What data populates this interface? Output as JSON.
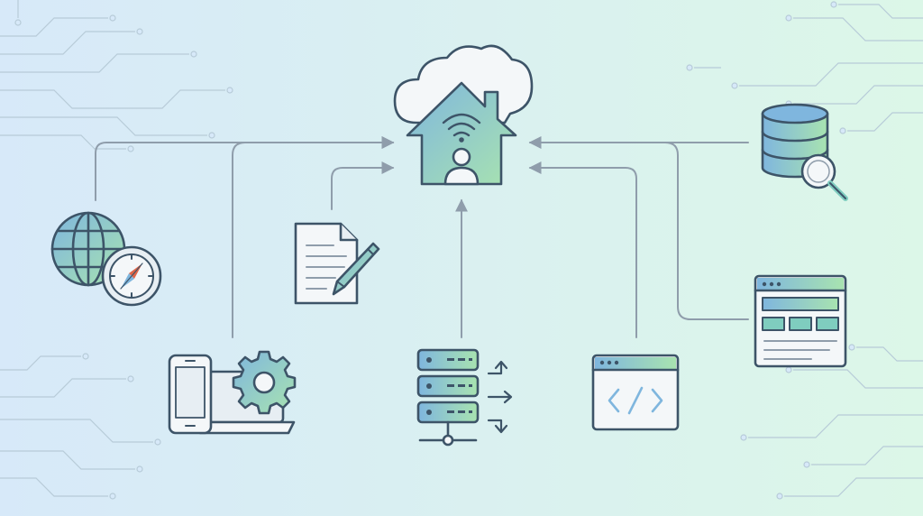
{
  "colors": {
    "bg_left": "#d7e9f9",
    "bg_right": "#dcf7e8",
    "stroke": "#3d5468",
    "connector": "#8f9dab",
    "circuit": "#b7cbd8",
    "blue": "#7fb6de",
    "teal": "#7fcdbf",
    "green": "#a8e3b0",
    "paper": "#f4f7f9",
    "light": "#e7eef3",
    "accent_red": "#e0664a"
  },
  "nodes": [
    {
      "id": "cloud-smart-home-hub",
      "icon": "cloud-home-wifi-user-icon"
    },
    {
      "id": "web-browser-globe",
      "icon": "globe-compass-icon"
    },
    {
      "id": "mobile-desktop-settings",
      "icon": "phone-laptop-gear-icon"
    },
    {
      "id": "document-editing",
      "icon": "document-pencil-icon"
    },
    {
      "id": "server-rack",
      "icon": "server-stack-icon"
    },
    {
      "id": "code-window",
      "icon": "code-window-icon"
    },
    {
      "id": "database-search",
      "icon": "database-magnifier-icon"
    },
    {
      "id": "web-page-layout",
      "icon": "browser-layout-icon"
    }
  ],
  "edges": [
    {
      "from": "web-browser-globe",
      "to": "cloud-smart-home-hub"
    },
    {
      "from": "mobile-desktop-settings",
      "to": "cloud-smart-home-hub"
    },
    {
      "from": "document-editing",
      "to": "cloud-smart-home-hub"
    },
    {
      "from": "server-rack",
      "to": "cloud-smart-home-hub"
    },
    {
      "from": "code-window",
      "to": "cloud-smart-home-hub"
    },
    {
      "from": "database-search",
      "to": "cloud-smart-home-hub"
    },
    {
      "from": "web-page-layout",
      "to": "cloud-smart-home-hub"
    }
  ]
}
